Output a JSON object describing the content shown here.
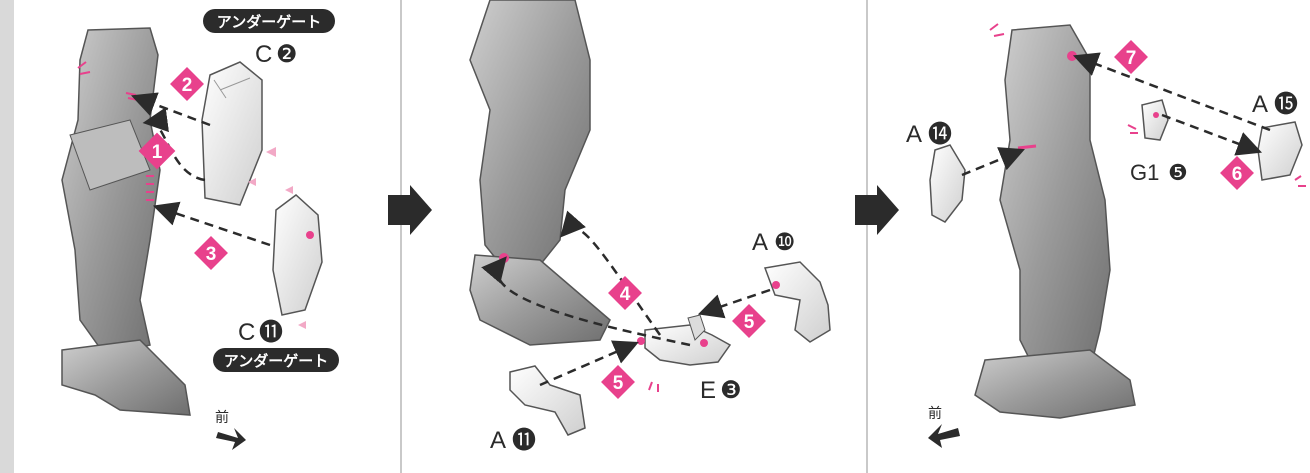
{
  "panels": [
    {
      "under_gate_label_top": "アンダーゲート",
      "under_gate_label_bottom": "アンダーゲート",
      "part_C2": {
        "letter": "C",
        "num": "❷"
      },
      "part_C11": {
        "letter": "C",
        "num": "⓫"
      },
      "steps": [
        "2",
        "1",
        "3"
      ],
      "front_label": "前"
    },
    {
      "part_A10": {
        "letter": "A",
        "num": "❿"
      },
      "part_A11": {
        "letter": "A",
        "num": "⓫"
      },
      "part_E3": {
        "letter": "E",
        "num": "❸"
      },
      "steps": [
        "4",
        "5",
        "5"
      ]
    },
    {
      "part_A14": {
        "letter": "A",
        "num": "⓮"
      },
      "part_A15": {
        "letter": "A",
        "num": "⓯"
      },
      "part_G1_5": {
        "letter": "G1",
        "num": "❺"
      },
      "steps": [
        "7",
        "6"
      ],
      "front_label": "前"
    }
  ],
  "colors": {
    "accent": "#e8418c",
    "part_gray": "#9a9a9a",
    "part_light": "#eeeeee",
    "text": "#2b2b2b"
  }
}
